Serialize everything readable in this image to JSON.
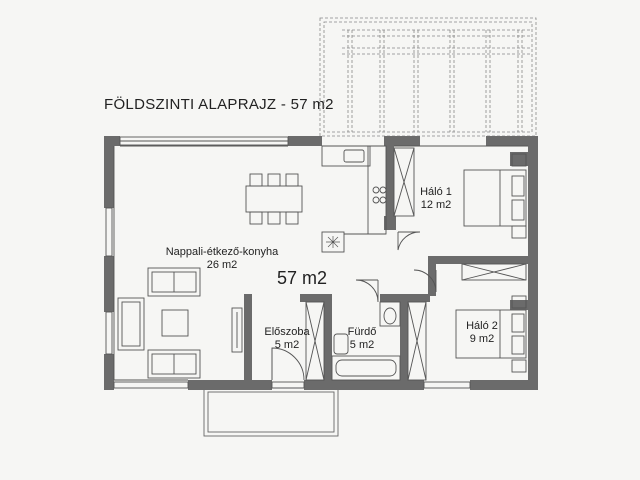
{
  "title": "FÖLDSZINTI ALAPRAJZ - 57 m2",
  "total_area": "57 m2",
  "rooms": [
    {
      "name": "Nappali-étkező-konyha",
      "area": "26 m2"
    },
    {
      "name": "Háló 1",
      "area": "12 m2"
    },
    {
      "name": "Háló 2",
      "area": "9 m2"
    },
    {
      "name": "Előszoba",
      "area": "5 m2"
    },
    {
      "name": "Fürdő",
      "area": "5 m2"
    }
  ],
  "colors": {
    "wall": "#6b6b6b",
    "line": "#555555",
    "background": "#f6f6f4"
  }
}
